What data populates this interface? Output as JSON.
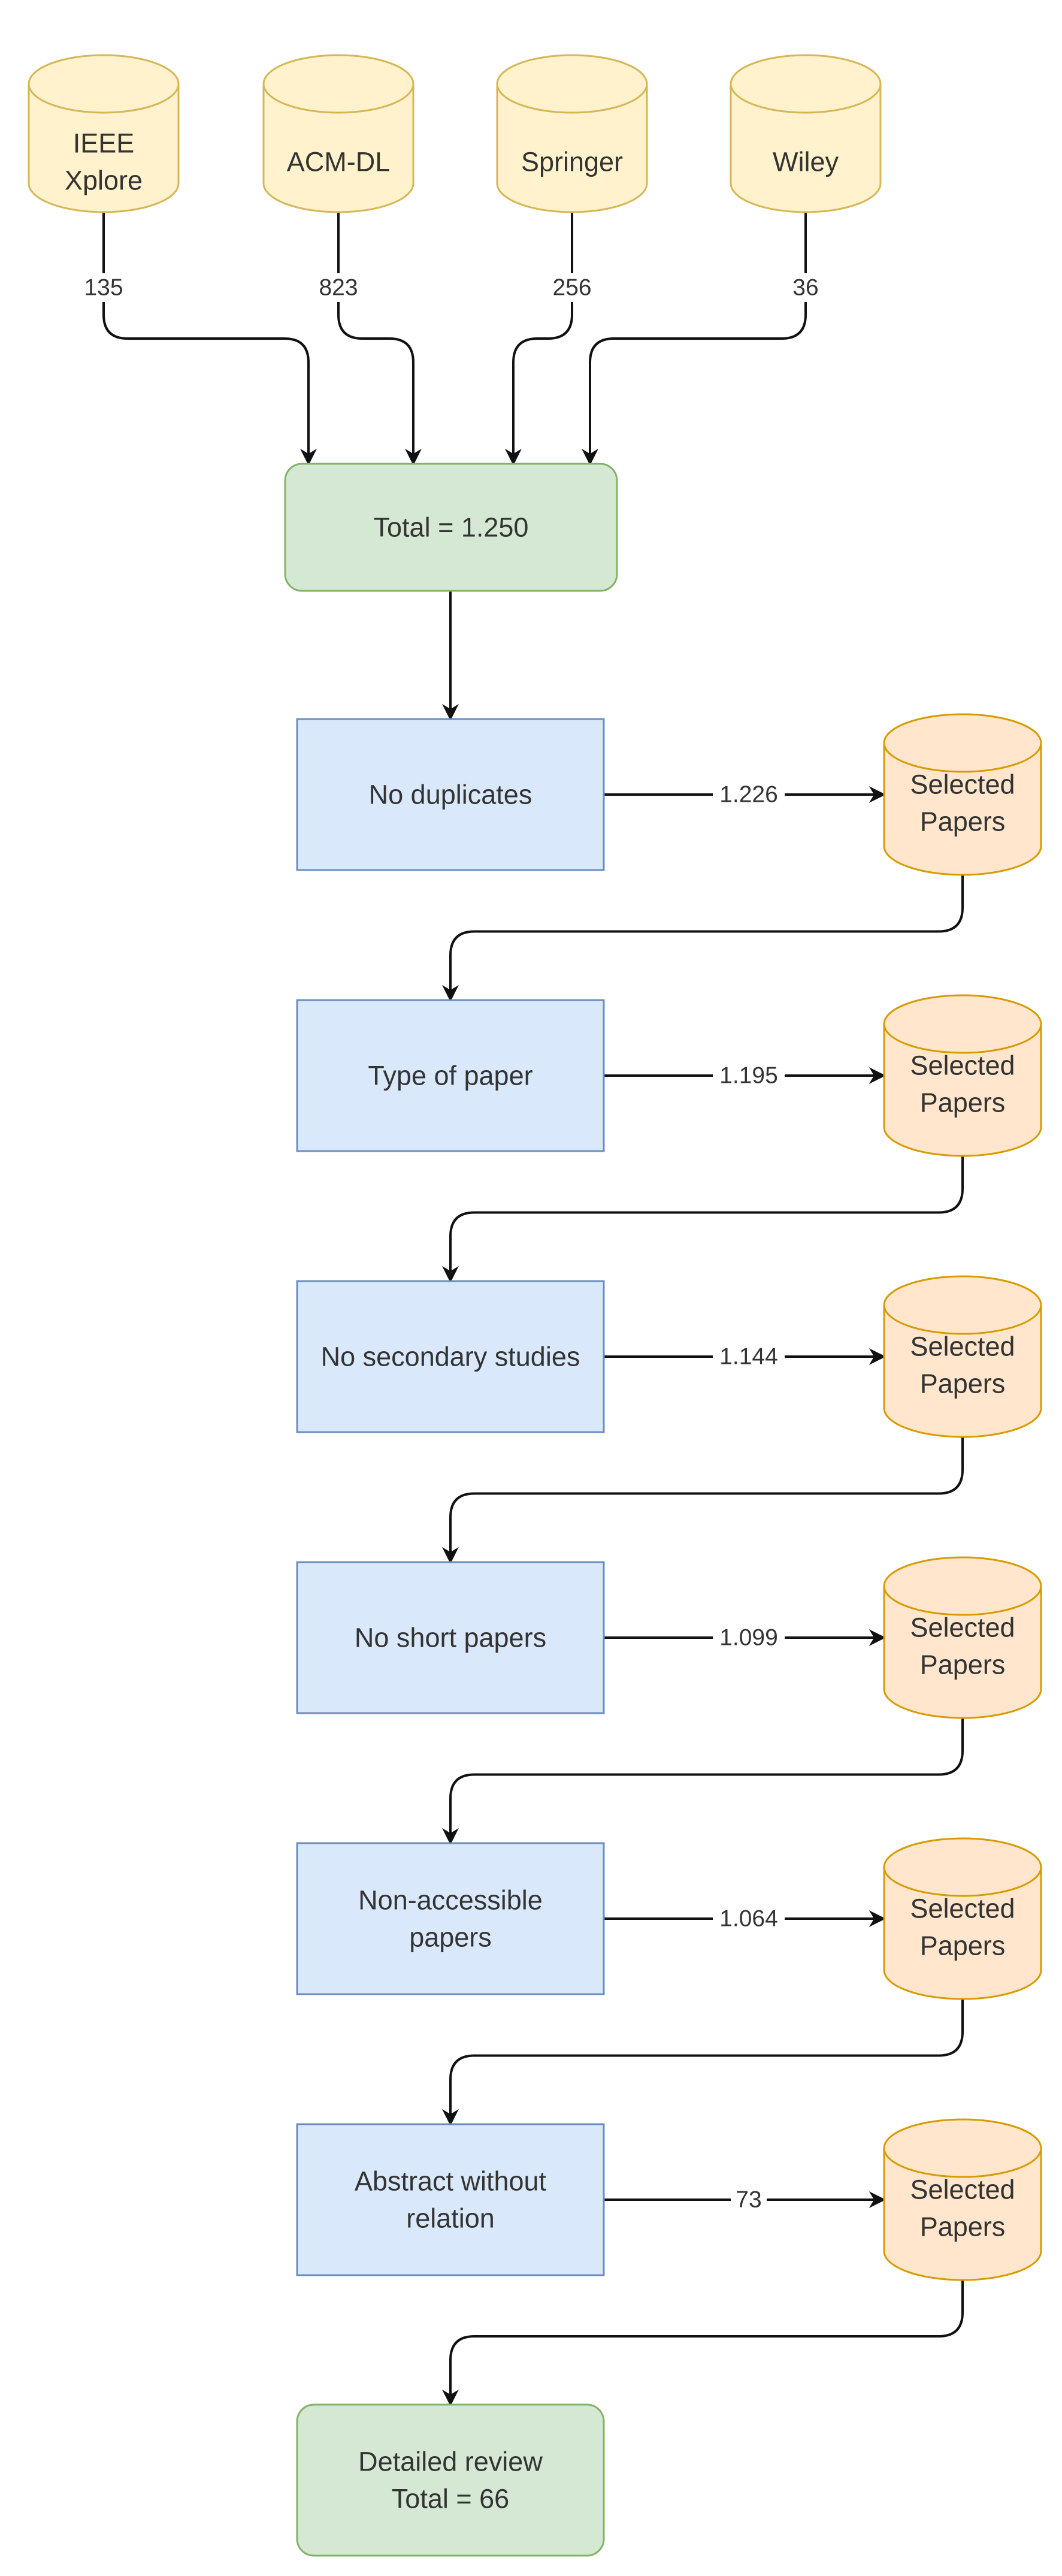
{
  "diagram": {
    "sources": [
      {
        "label_lines": [
          "IEEE",
          "Xplore"
        ],
        "count": "135"
      },
      {
        "label_lines": [
          "ACM-DL"
        ],
        "count": "823"
      },
      {
        "label_lines": [
          "Springer"
        ],
        "count": "256"
      },
      {
        "label_lines": [
          "Wiley"
        ],
        "count": "36"
      }
    ],
    "total": {
      "text": "Total = 1.250"
    },
    "filters": [
      {
        "label_lines": [
          "No duplicates"
        ],
        "count": "1.226",
        "output_lines": [
          "Selected",
          "Papers"
        ]
      },
      {
        "label_lines": [
          "Type of paper"
        ],
        "count": "1.195",
        "output_lines": [
          "Selected",
          "Papers"
        ]
      },
      {
        "label_lines": [
          "No secondary studies"
        ],
        "count": "1.144",
        "output_lines": [
          "Selected",
          "Papers"
        ]
      },
      {
        "label_lines": [
          "No short papers"
        ],
        "count": "1.099",
        "output_lines": [
          "Selected",
          "Papers"
        ]
      },
      {
        "label_lines": [
          "Non-accessible",
          "papers"
        ],
        "count": "1.064",
        "output_lines": [
          "Selected",
          "Papers"
        ]
      },
      {
        "label_lines": [
          "Abstract without",
          "relation"
        ],
        "count": "73",
        "output_lines": [
          "Selected",
          "Papers"
        ]
      }
    ],
    "final": {
      "label_lines": [
        "Detailed review",
        "Total = 66"
      ]
    },
    "colors": {
      "source_fill": "#fff2cc",
      "source_stroke": "#d6b656",
      "total_fill": "#d5e8d4",
      "total_stroke": "#82b366",
      "filter_fill": "#dae8fc",
      "filter_stroke": "#6c8ebf",
      "selected_fill": "#ffe6cc",
      "selected_stroke": "#d79b00",
      "edge": "#111111",
      "text": "#333333"
    }
  }
}
